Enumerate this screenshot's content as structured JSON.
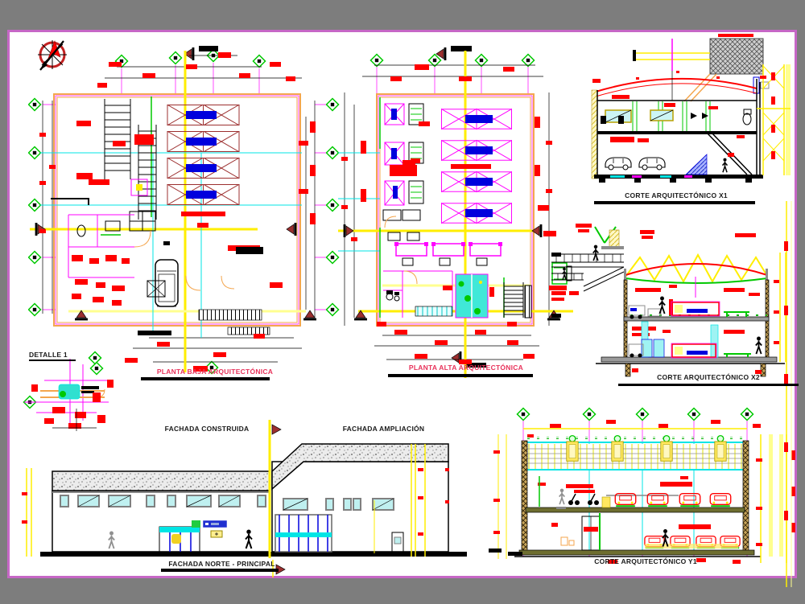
{
  "sheet": {
    "type": "architectural-cad-sheet",
    "language": "es"
  },
  "colors": {
    "canvas_bg": "#7d7d7d",
    "frame": "#c667c6",
    "paper": "#ffffff",
    "red": "#ff0000",
    "magenta": "#ff00ff",
    "yellow": "#ffee00",
    "pale_yellow": "#ffff90",
    "cyan": "#00e5e5",
    "pale_cyan": "#9ff3f3",
    "blue": "#0000dd",
    "green": "#00c800",
    "orange": "#f4a64e",
    "maroon": "#9c2f2f",
    "gray": "#8c8c8c",
    "label_red": "#e8325a"
  },
  "labels": {
    "planta_baja": "PLANTA BAJA ARQUITECTÓNICA",
    "planta_alta": "PLANTA ALTA ARQUITECTÓNICA",
    "corte_x1": "CORTE ARQUITECTÓNICO X1",
    "corte_x2": "CORTE ARQUITECTÓNICO X2",
    "corte_y1": "CORTE ARQUITECTÓNICO Y1",
    "fachada_construida": "FACHADA CONSTRUIDA",
    "fachada_ampliacion": "FACHADA AMPLIACIÓN",
    "fachada_norte": "FACHADA NORTE - PRINCIPAL",
    "detalle": "DETALLE 1"
  }
}
